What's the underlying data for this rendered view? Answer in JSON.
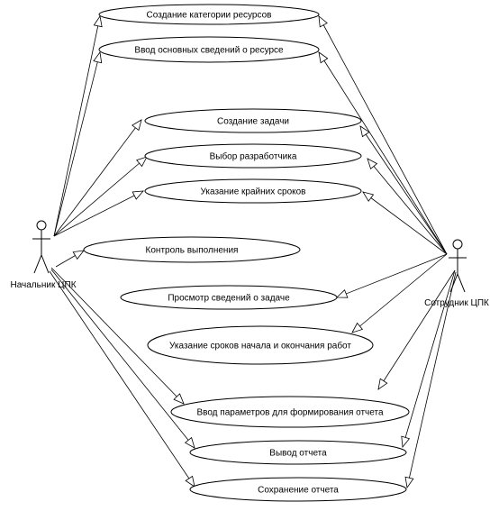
{
  "actors": {
    "head": "Начальник ЦПК",
    "employee": "Сотрудник ЦПК"
  },
  "use_cases": [
    {
      "id": "uc1",
      "label": "Создание категории ресурсов"
    },
    {
      "id": "uc2",
      "label": "Ввод основных сведений о ресурсе"
    },
    {
      "id": "uc3",
      "label": "Создание задачи"
    },
    {
      "id": "uc4",
      "label": "Выбор разработчика"
    },
    {
      "id": "uc5",
      "label": "Указание крайних сроков"
    },
    {
      "id": "uc6",
      "label": "Контроль выполнения"
    },
    {
      "id": "uc7",
      "label": "Просмотр сведений о задаче"
    },
    {
      "id": "uc8",
      "label": "Указание сроков начала и окончания работ"
    },
    {
      "id": "uc9",
      "label": "Ввод параметров для формирования отчета"
    },
    {
      "id": "uc10",
      "label": "Вывод отчета"
    },
    {
      "id": "uc11",
      "label": "Сохранение отчета"
    }
  ],
  "associations": {
    "head": [
      "uc1",
      "uc2",
      "uc3",
      "uc4",
      "uc5",
      "uc6",
      "uc9",
      "uc10",
      "uc11"
    ],
    "employee": [
      "uc1",
      "uc2",
      "uc3",
      "uc4",
      "uc5",
      "uc7",
      "uc8",
      "uc9",
      "uc10",
      "uc11"
    ]
  }
}
